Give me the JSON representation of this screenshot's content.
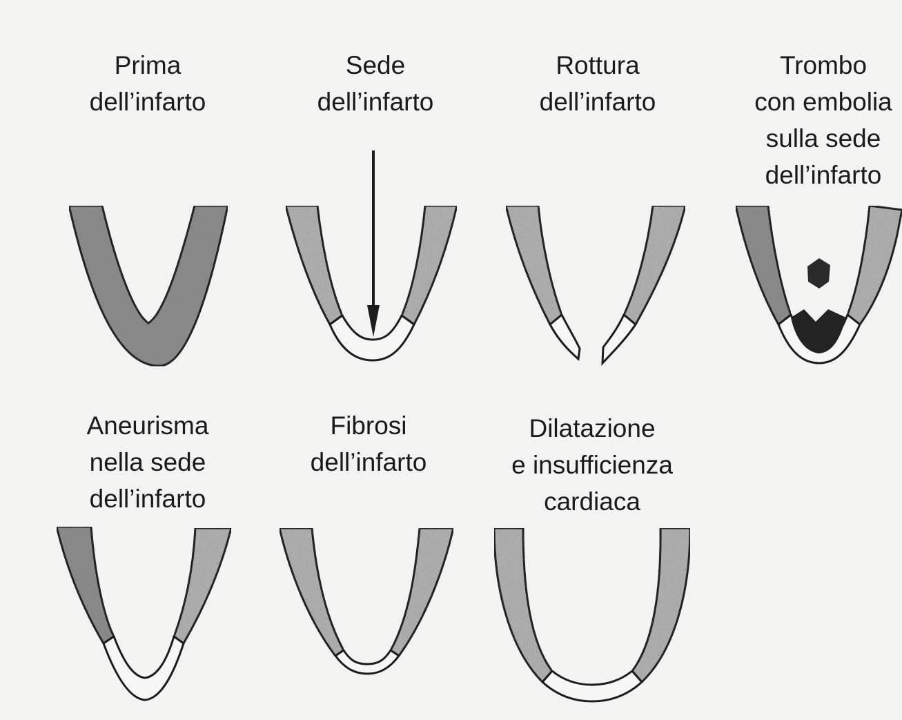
{
  "panels": [
    {
      "id": "before",
      "label_lines": [
        "Prima",
        "dell’infarto"
      ]
    },
    {
      "id": "site",
      "label_lines": [
        "Sede",
        "dell’infarto"
      ]
    },
    {
      "id": "rupture",
      "label_lines": [
        "Rottura",
        "dell’infarto"
      ]
    },
    {
      "id": "thrombus",
      "label_lines": [
        "Trombo",
        "con embolia",
        "sulla sede",
        "dell’infarto"
      ]
    },
    {
      "id": "aneurysm",
      "label_lines": [
        "Aneurisma",
        "nella sede",
        "dell’infarto"
      ]
    },
    {
      "id": "fibrosis",
      "label_lines": [
        "Fibrosi",
        "dell’infarto"
      ]
    },
    {
      "id": "dilatation",
      "label_lines": [
        "Dilatazione",
        "e insufficienza",
        "cardiaca"
      ]
    }
  ],
  "colors": {
    "background": "#f3f3f1",
    "healthy_wall": "#aeaeae",
    "dense_wall": "#8a8a8a",
    "infarct_wall": "#f6f6f4",
    "outline": "#1c1c1c",
    "thrombus": "#232323"
  }
}
